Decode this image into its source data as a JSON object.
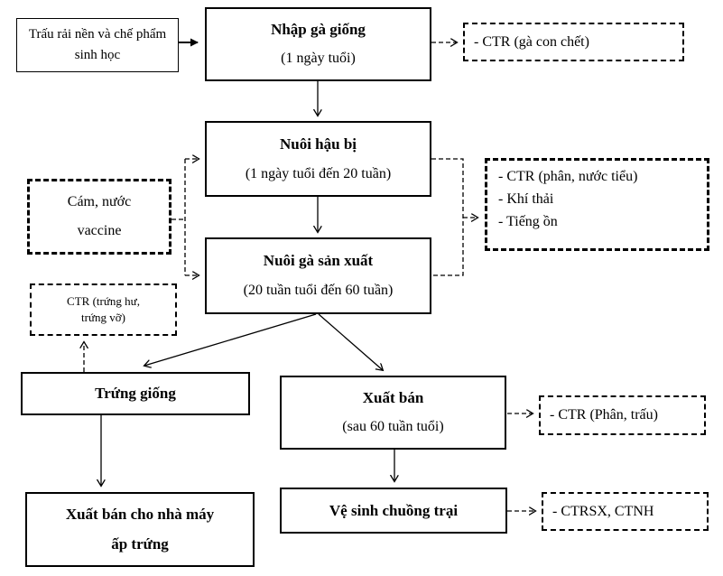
{
  "diagram": {
    "boxes": {
      "bedding": {
        "text": "Trấu rải nền và chế phẩm sinh học"
      },
      "import": {
        "title": "Nhập gà giống",
        "subtitle": "(1 ngày tuổi)"
      },
      "waste_import": {
        "text": "- CTR (gà con chết)"
      },
      "rearing": {
        "title": "Nuôi hậu bị",
        "subtitle": "(1 ngày tuổi đến 20 tuần)"
      },
      "feed": {
        "line1": "Cám, nước",
        "line2": "vaccine"
      },
      "waste_rearing": {
        "items": [
          "- CTR (phân, nước tiểu)",
          "- Khí thải",
          "- Tiếng ồn"
        ]
      },
      "production": {
        "title": "Nuôi gà sản xuất",
        "subtitle": "(20 tuần tuổi đến 60 tuần)"
      },
      "waste_eggs": {
        "line1": "CTR (trứng hư,",
        "line2": "trứng vỡ)"
      },
      "breeding_eggs": {
        "title": "Trứng giống"
      },
      "sale": {
        "title": "Xuất bán",
        "subtitle": "(sau 60 tuần tuổi)"
      },
      "waste_sale": {
        "text": "- CTR (Phân, trấu)"
      },
      "hatchery": {
        "line1": "Xuất bán cho nhà máy",
        "line2": "ấp trứng"
      },
      "cleaning": {
        "title": "Vệ sinh chuồng trại"
      },
      "waste_cleaning": {
        "text": "- CTRSX, CTNH"
      }
    },
    "colors": {
      "line": "#000000",
      "background": "#ffffff"
    }
  }
}
